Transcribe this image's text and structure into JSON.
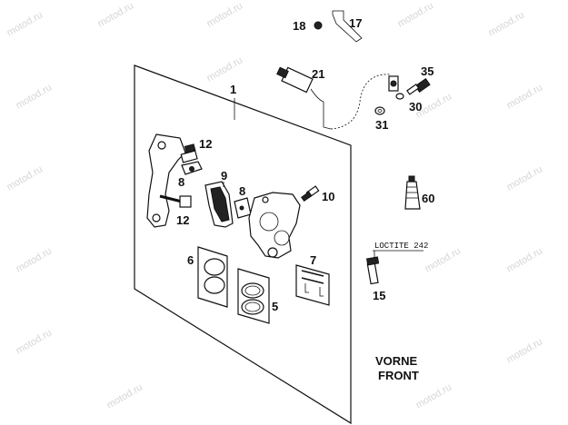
{
  "watermark": "motod.ru",
  "callouts": {
    "c1": "1",
    "c5": "5",
    "c6": "6",
    "c7": "7",
    "c8a": "8",
    "c8b": "8",
    "c9": "9",
    "c10": "10",
    "c12a": "12",
    "c12b": "12",
    "c15": "15",
    "c17": "17",
    "c18": "18",
    "c21": "21",
    "c30": "30",
    "c31": "31",
    "c35": "35",
    "c60": "60"
  },
  "loctite_note": "LOCTITE 242",
  "direction": {
    "line1": "VORNE",
    "line2": "FRONT"
  }
}
